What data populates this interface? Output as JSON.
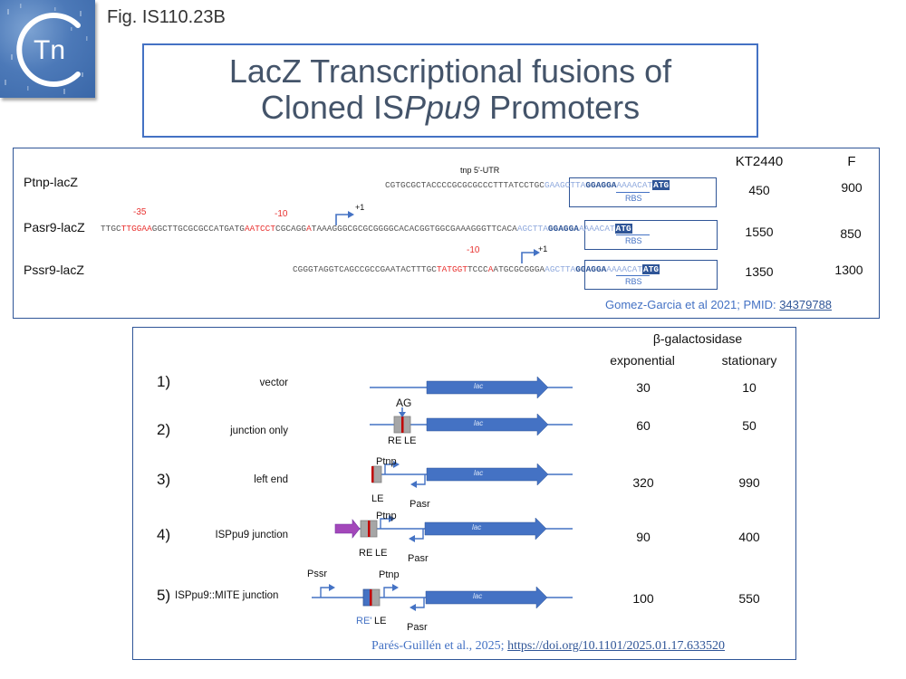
{
  "figure": {
    "label": "Fig. IS110.23B",
    "logo_text": "Tn",
    "title_line1": "LacZ Transcriptional fusions of",
    "title_line2_prefix": "Cloned IS",
    "title_line2_italic": "Ppu9",
    "title_line2_suffix": " Promoters"
  },
  "panel1": {
    "columns": [
      "KT2440",
      "F"
    ],
    "utr_label": "tnp 5'-UTR",
    "rbs_label": "RBS",
    "constructs": [
      {
        "name": "Ptnp-lacZ",
        "seq_gray": "CGTGCGCTACCCCGCGCGCCCTTTATCCTGC",
        "seq_box_light1": "GAAGCTTA",
        "seq_rbs": "GGAGGA",
        "seq_box_light2": "AAAACAT",
        "seq_atg": "ATG",
        "KT2440": 450,
        "F": 900
      },
      {
        "name": "Pasr9-lacZ",
        "seq_parts": [
          "TTGC",
          "TTGGAA",
          "GGCTTGCGCGCCATGATG",
          "AATCCT",
          "CGCAGG",
          "A",
          "TAAAGGGCGCGCGGGGCACACGGTGGCGAAAGGGTTCACA"
        ],
        "seq_box_light1": "AGCTTA",
        "seq_rbs": "GGAGGA",
        "seq_box_light2": "AAAACAT",
        "seq_atg": "ATG",
        "minus35_label": "-35",
        "minus10_label": "-10",
        "tss_label": "+1",
        "KT2440": 1550,
        "F": 850
      },
      {
        "name": "Pssr9-lacZ",
        "seq_parts": [
          "CGGGTAGGTCAGCCGCCGAATACTTTGC",
          "TATGGT",
          "TCCC",
          "A",
          "ATGCGCGGGA"
        ],
        "seq_box_light1": "AGCTTA",
        "seq_rbs": "GGAGGA",
        "seq_box_light2": "AAAACAT",
        "seq_atg": "ATG",
        "minus10_label": "-10",
        "tss_label": "+1",
        "KT2440": 1350,
        "F": 1300
      }
    ],
    "citation_text": "Gomez-Garcia et al 2021; PMID: ",
    "citation_link": "34379788"
  },
  "panel2": {
    "header": "β-galactosidase",
    "columns": [
      "exponential",
      "stationary"
    ],
    "gene_label": "lac",
    "rows": [
      {
        "num": "1)",
        "label": "vector",
        "exponential": 30,
        "stationary": 10
      },
      {
        "num": "2)",
        "label": "junction only",
        "exponential": 60,
        "stationary": 50,
        "ag_label": "AG",
        "re_label": "RE",
        "le_label": "LE"
      },
      {
        "num": "3)",
        "label": "left end",
        "exponential": 320,
        "stationary": 990,
        "le_label": "LE",
        "ptnp_label": "Ptnp",
        "pasr_label": "Pasr"
      },
      {
        "num": "4)",
        "label": "ISPpu9 junction",
        "exponential": 90,
        "stationary": 400,
        "re_label": "RE",
        "le_label": "LE",
        "ptnp_label": "Ptnp",
        "pasr_label": "Pasr"
      },
      {
        "num": "5)",
        "label": "ISPpu9::MITE junction",
        "exponential": 100,
        "stationary": 550,
        "re_label": "RE'",
        "le_label": "LE",
        "pssr_label": "Pssr",
        "ptnp_label": "Ptnp",
        "pasr_label": "Pasr"
      }
    ],
    "citation_text": "Parés-Guillén et al., 2025; ",
    "citation_link": "https://doi.org/10.1101/2025.01.17.633520"
  },
  "colors": {
    "accent": "#4472c4",
    "dark_blue": "#2f5597",
    "red": "#e8312f",
    "purple": "#a347ba",
    "gray_box": "#a6a6a6"
  }
}
